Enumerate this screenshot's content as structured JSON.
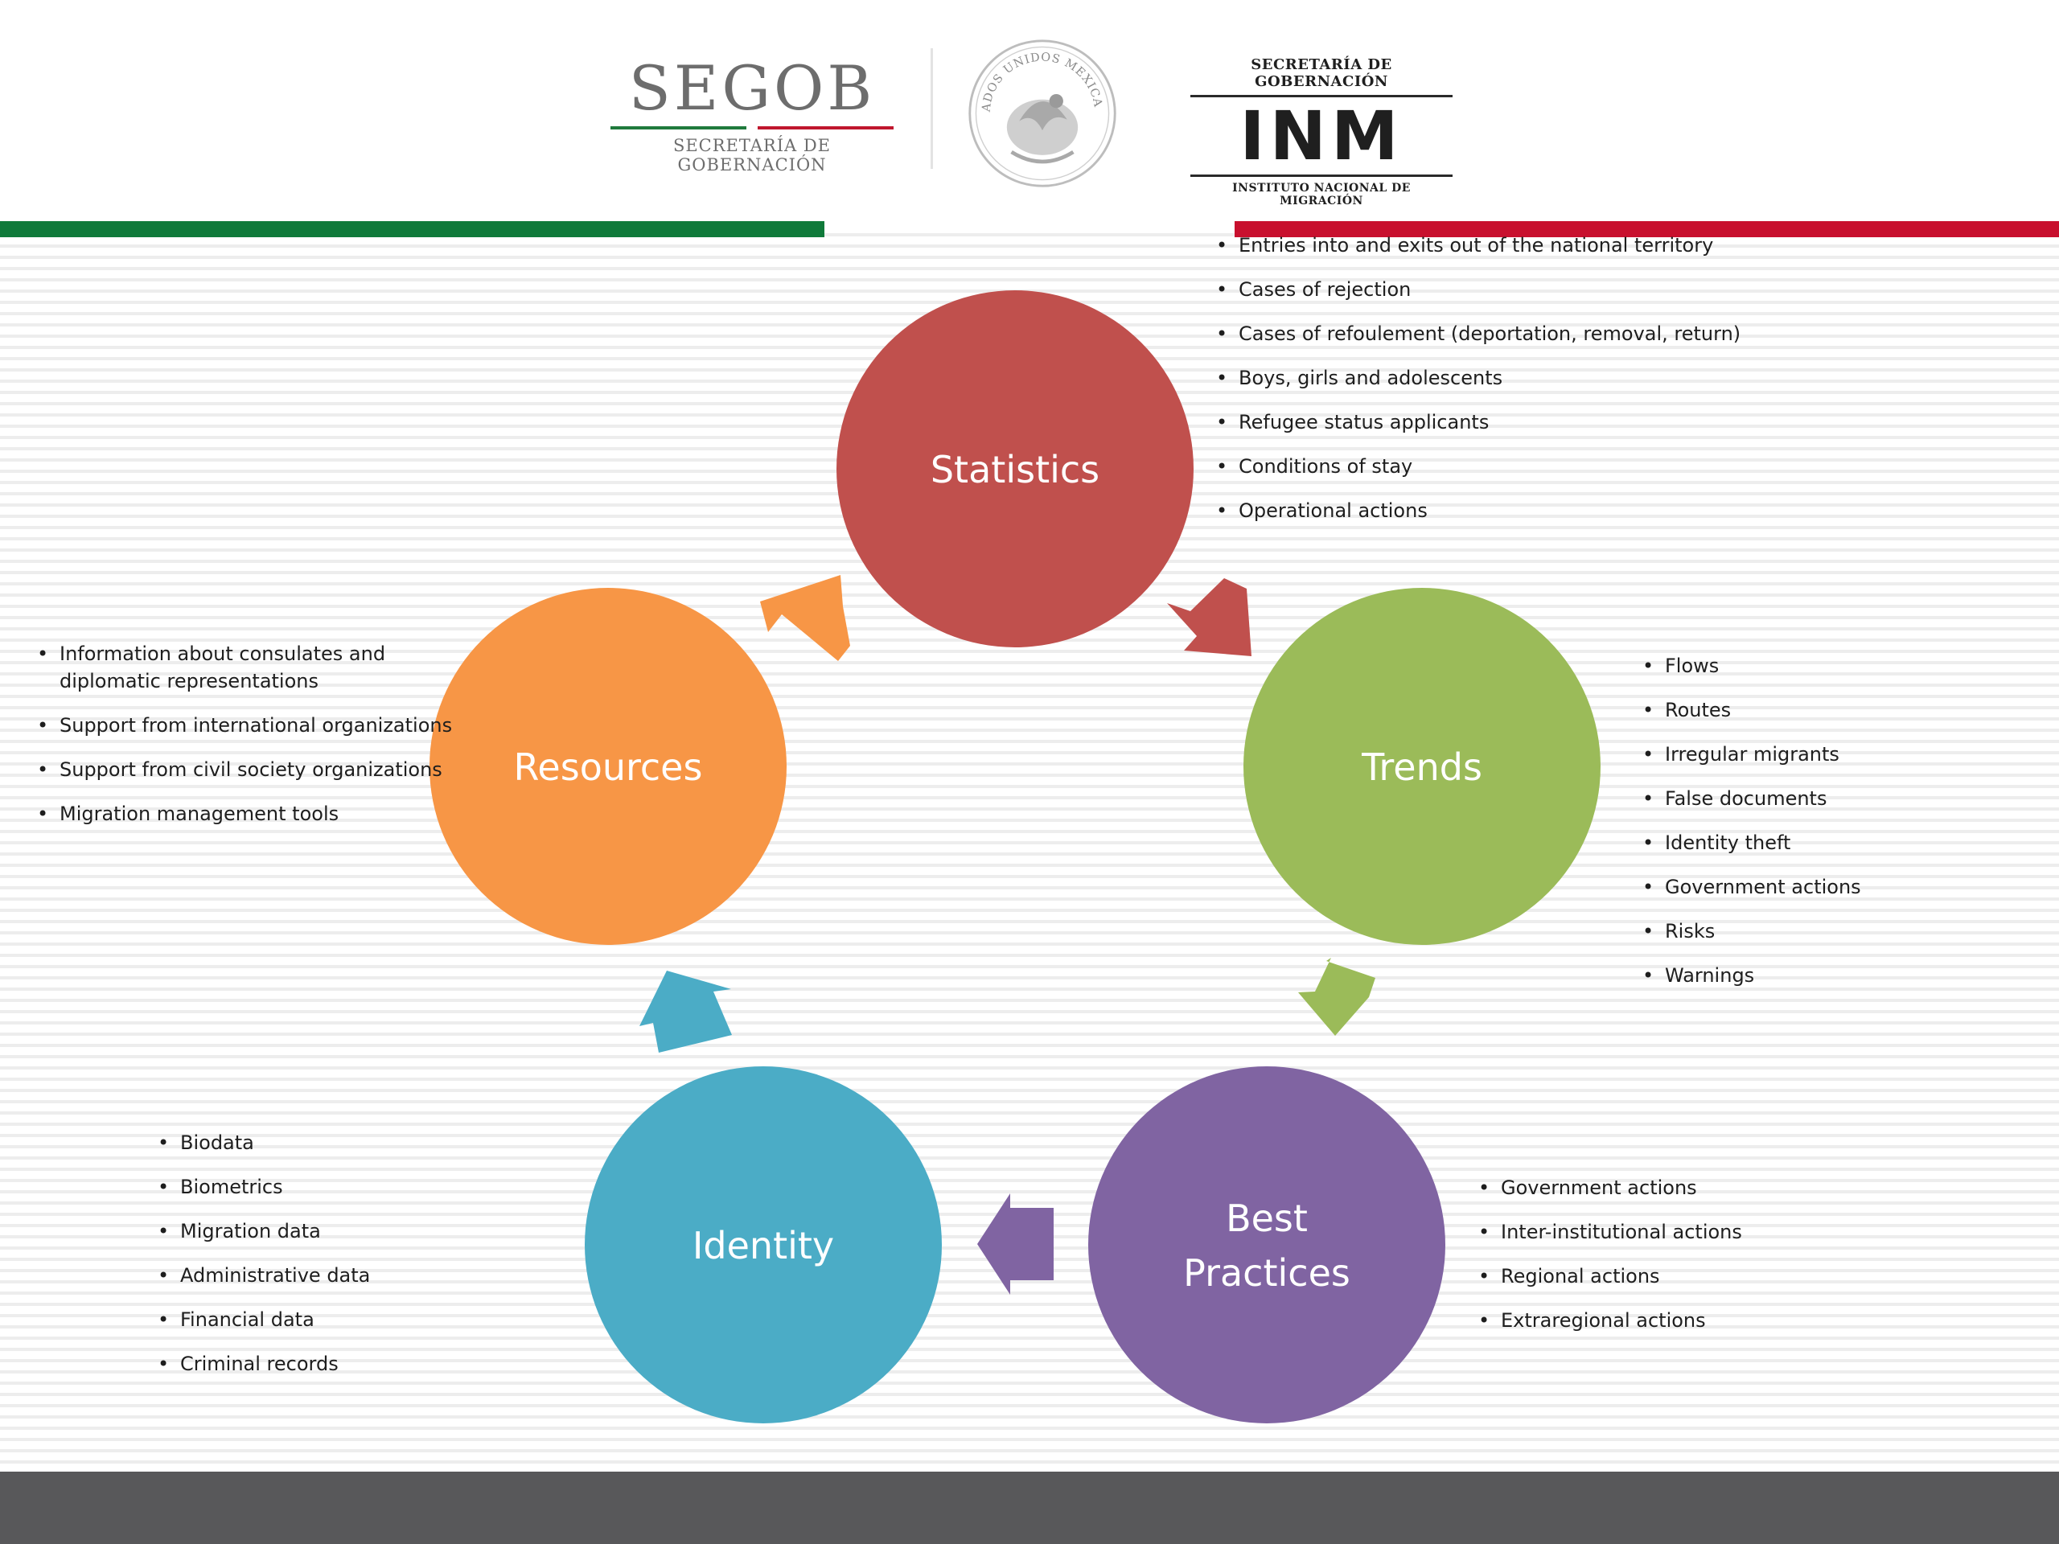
{
  "header": {
    "segob_logo_text": "SEGOB",
    "segob_subtitle": "SECRETARÍA DE GOBERNACIÓN",
    "seal_text": "ESTADOS UNIDOS MEXICANOS",
    "inm_top": "SECRETARÍA DE GOBERNACIÓN",
    "inm_logo_text": "INM",
    "inm_bottom": "INSTITUTO NACIONAL DE MIGRACIÓN"
  },
  "colors": {
    "statistics": "#c0504d",
    "trends": "#9bbb59",
    "best_practices": "#8064a2",
    "identity": "#4bacc6",
    "resources": "#f79646",
    "band_green": "#0f7a3a",
    "band_red": "#c8102e",
    "footer": "#58585a"
  },
  "cycle": {
    "statistics": {
      "label": "Statistics",
      "items": [
        "Entries into and exits out of the national territory",
        "Cases of rejection",
        "Cases of refoulement (deportation, removal, return)",
        "Boys, girls and adolescents",
        "Refugee status applicants",
        "Conditions of stay",
        "Operational actions"
      ]
    },
    "trends": {
      "label": "Trends",
      "items": [
        "Flows",
        "Routes",
        "Irregular migrants",
        "False documents",
        "Identity theft",
        "Government actions",
        "Risks",
        "Warnings"
      ]
    },
    "best_practices": {
      "label_line1": "Best",
      "label_line2": "Practices",
      "items": [
        "Government actions",
        "Inter-institutional actions",
        "Regional actions",
        "Extraregional actions"
      ]
    },
    "identity": {
      "label": "Identity",
      "items": [
        "Biodata",
        "Biometrics",
        "Migration data",
        "Administrative data",
        "Financial data",
        "Criminal records"
      ]
    },
    "resources": {
      "label": "Resources",
      "items": [
        "Information about consulates and diplomatic representations",
        "Support from international organizations",
        "Support from civil society organizations",
        "Migration management tools"
      ]
    }
  }
}
